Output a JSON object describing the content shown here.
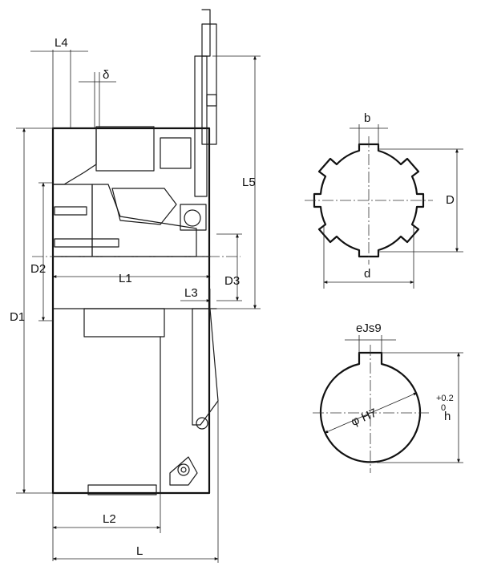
{
  "side_view": {
    "labels": {
      "L4": "L4",
      "delta": "δ",
      "D2": "D2",
      "D1": "D1",
      "L1": "L1",
      "L3": "L3",
      "D3": "D3",
      "L5": "L5",
      "L2": "L2",
      "L": "L"
    }
  },
  "spline_view": {
    "labels": {
      "b": "b",
      "D": "D",
      "d": "d"
    }
  },
  "keyway_view": {
    "labels": {
      "width": "eJs9",
      "bore": "φ H7",
      "h": "h",
      "tol_upper": "+0.2",
      "tol_lower": "0"
    }
  }
}
